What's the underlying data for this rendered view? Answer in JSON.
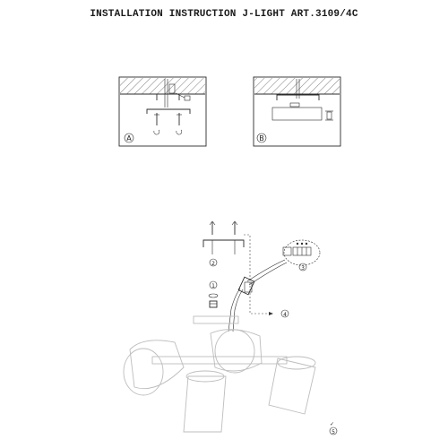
{
  "document": {
    "title": "INSTALLATION INSTRUCTION J-LIGHT ART.3109/4C"
  },
  "panels": [
    {
      "id": "A",
      "label": "A"
    },
    {
      "id": "B",
      "label": "B"
    }
  ],
  "steps": [
    "1",
    "2",
    "3",
    "4",
    "5"
  ]
}
